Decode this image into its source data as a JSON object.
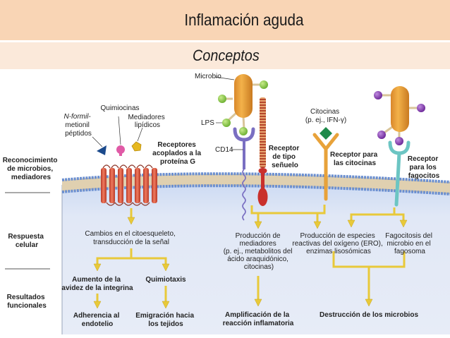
{
  "header": {
    "title": "Inflamación aguda",
    "subtitle": "Conceptos"
  },
  "row_labels": {
    "recognition": [
      "Reconocimiento",
      "de microbios,",
      "mediadores"
    ],
    "cellular_response": [
      "Respuesta",
      "celular"
    ],
    "functional_results": [
      "Resultados",
      "funcionales"
    ]
  },
  "ligands": {
    "fmlp": [
      "N-formil-",
      "metionil",
      "péptidos"
    ],
    "chemokines": "Quimiocinas",
    "lipid_mediators": [
      "Mediadores",
      "lipídicos"
    ],
    "microbe": "Microbio",
    "lps": "LPS",
    "cytokines": [
      "Citocinas",
      "(p. ej., IFN-γ)"
    ]
  },
  "receptors": {
    "gpcr": [
      "Receptores",
      "acoplados a la",
      "proteína G"
    ],
    "cd14": "CD14",
    "toll_like": [
      "Receptor",
      "de tipo",
      "señuelo"
    ],
    "cytokine_receptor": [
      "Receptor para",
      "las citocinas"
    ],
    "phagocyte_receptor": [
      "Receptor",
      "para los",
      "fagocitos"
    ]
  },
  "responses": {
    "cytoskeleton": [
      "Cambios en el citoesqueleto,",
      "transducción de la señal"
    ],
    "mediators": [
      "Producción de",
      "mediadores",
      "(p. ej., metabolitos del",
      "ácido araquidónico,",
      "citocinas)"
    ],
    "ros": [
      "Producción de especies",
      "reactivas del oxígeno (ERO),",
      "enzimas lisosómicas"
    ],
    "phagocytosis": [
      "Fagocitosis del",
      "microbio en el",
      "fagosoma"
    ]
  },
  "intermediate": {
    "integrin": [
      "Aumento de la",
      "avidez de la integrina"
    ],
    "chemotaxis": "Quimiotaxis"
  },
  "results": {
    "adhesion": [
      "Adherencia al",
      "endotelio"
    ],
    "emigration": [
      "Emigración hacia",
      "los tejidos"
    ],
    "amplification": [
      "Amplificación de la",
      "reacción inflamatoria"
    ],
    "destruction": "Destrucción de los microbios"
  },
  "colors": {
    "title_bg": "#f9d5b5",
    "subtitle_bg": "#fbe9da",
    "cell_bg": "#dfe7f6",
    "arrow": "#e8c93a",
    "gpcr": "#d9553f",
    "microbe": "#e8a23a",
    "lps_green": "#8cc84b",
    "phago_purple": "#8a3fb3",
    "cd14": "#7a6fc2",
    "decoy": "#c9302c",
    "cytokine_receptor": "#e8a23a",
    "phago_receptor": "#6cc5c3"
  }
}
